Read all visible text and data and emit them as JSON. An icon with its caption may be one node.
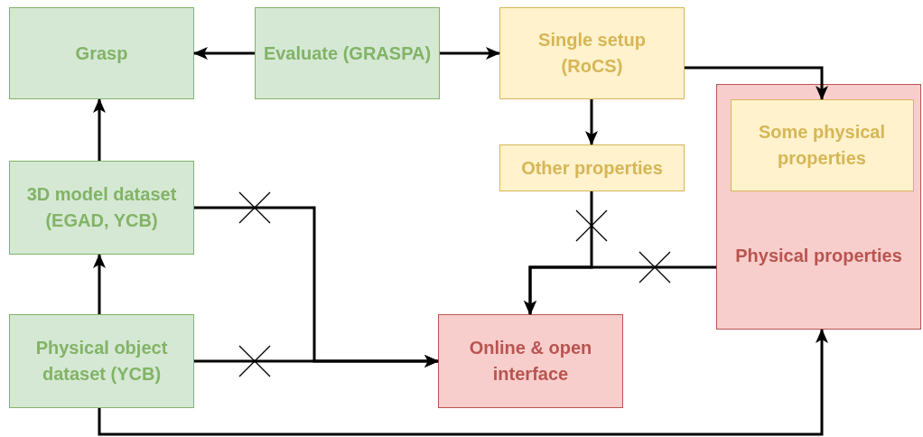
{
  "diagram": {
    "nodes": [
      {
        "text": [
          "Grasp"
        ]
      },
      {
        "text": [
          "Evaluate (GRASPA)"
        ]
      },
      {
        "text": [
          "Single setup (RoCS)"
        ]
      },
      {
        "text": [
          "3D model dataset (EGAD, YCB)"
        ]
      },
      {
        "text": [
          "Other properties"
        ]
      },
      {
        "text": [
          "Physical properties"
        ]
      },
      {
        "text": [
          "Some physical properties"
        ],
        "in": 5
      },
      {
        "text": [
          "Physical object dataset (YCB)"
        ]
      },
      {
        "text": [
          "Online & open interface"
        ]
      }
    ],
    "edges": [
      {
        "from": 1,
        "to": 0,
        "arrow": "to"
      },
      {
        "from": 1,
        "to": 2,
        "arrow": "to"
      },
      {
        "from": 2,
        "to": 4,
        "arrow": "to"
      },
      {
        "from": 2,
        "to": 6,
        "arrow": "to"
      },
      {
        "from": 3,
        "to": 0,
        "arrow": "to"
      },
      {
        "from": 7,
        "to": 3,
        "arrow": "to"
      },
      {
        "from": 3,
        "to": 8,
        "arrow": "to"
      },
      {
        "from": 7,
        "to": 8,
        "arrow": "to"
      },
      {
        "from": 4,
        "to": 8,
        "arrow": "to"
      },
      {
        "from": 5,
        "to": 8,
        "arrow": "to"
      },
      {
        "from": 7,
        "to": 5,
        "arrow": "to"
      }
    ]
  }
}
